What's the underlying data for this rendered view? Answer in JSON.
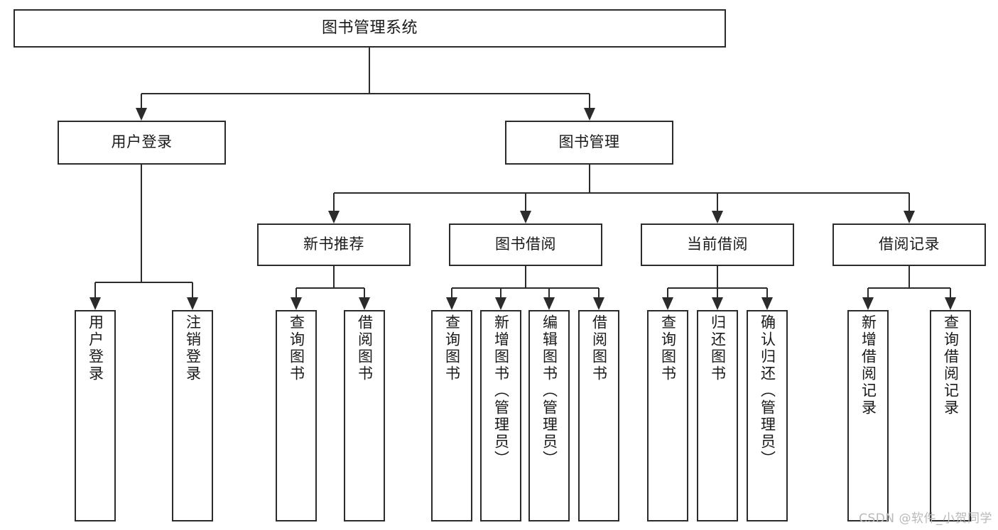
{
  "diagram": {
    "title": "图书管理系统",
    "type": "tree",
    "watermark": "CSDN @软件_小贺同学",
    "colors": {
      "stroke": "#2b2b2b",
      "box_fill": "#ffffff",
      "text": "#1a1a1a",
      "watermark": "#b9b9b9",
      "background": "#ffffff"
    },
    "root": {
      "label": "图书管理系统"
    },
    "level2": [
      {
        "label": "用户登录"
      },
      {
        "label": "图书管理"
      }
    ],
    "level3": [
      {
        "label": "新书推荐"
      },
      {
        "label": "图书借阅"
      },
      {
        "label": "当前借阅"
      },
      {
        "label": "借阅记录"
      }
    ],
    "leaves": {
      "user_login": [
        {
          "label": "用户登录"
        },
        {
          "label": "注销登录"
        }
      ],
      "new_book_recommend": [
        {
          "label": "查询图书"
        },
        {
          "label": "借阅图书"
        }
      ],
      "book_borrow": [
        {
          "label": "查询图书"
        },
        {
          "label": "新增图书（管理员）"
        },
        {
          "label": "编辑图书（管理员）"
        },
        {
          "label": "借阅图书"
        }
      ],
      "current_borrow": [
        {
          "label": "查询图书"
        },
        {
          "label": "归还图书"
        },
        {
          "label": "确认归还（管理员）"
        }
      ],
      "borrow_record": [
        {
          "label": "新增借阅记录"
        },
        {
          "label": "查询借阅记录"
        }
      ]
    }
  }
}
